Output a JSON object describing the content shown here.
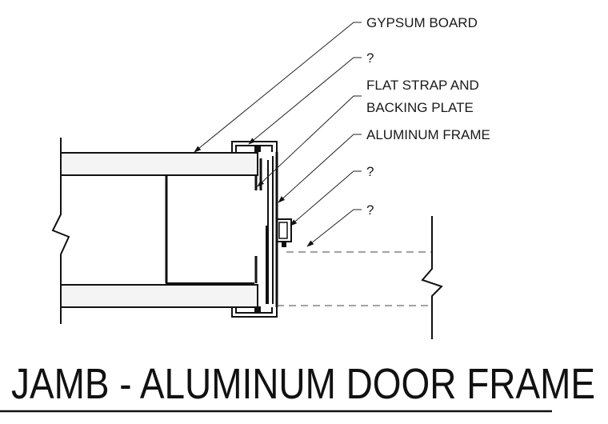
{
  "labels": {
    "gypsum_board": "GYPSUM BOARD",
    "unknown_1": "?",
    "flat_strap_line1": "FLAT STRAP AND",
    "flat_strap_line2": "BACKING PLATE",
    "aluminum_frame": "ALUMINUM FRAME",
    "unknown_2": "?",
    "unknown_3": "?"
  },
  "title": "JAMB - ALUMINUM DOOR FRAME"
}
